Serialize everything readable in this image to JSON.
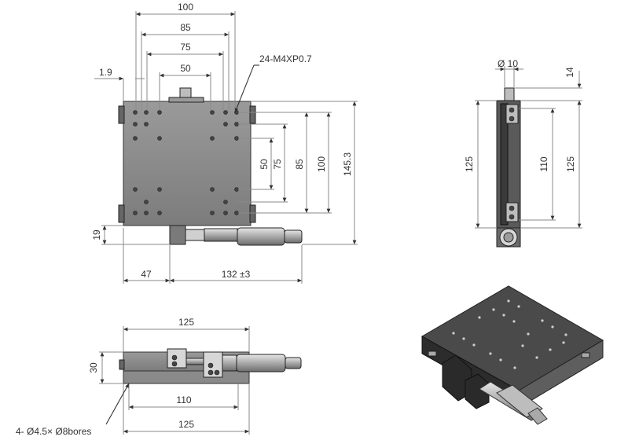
{
  "top_view": {
    "dims_top": [
      "100",
      "85",
      "75",
      "50"
    ],
    "dim_offset": "1.9",
    "thread_note": "24-M4XP0.7",
    "dims_right": [
      "50",
      "75",
      "85",
      "100",
      "145.3"
    ],
    "dim_left": "19",
    "dims_bottom": [
      "47",
      "132 ±3"
    ]
  },
  "side_view": {
    "dim_top_diameter": "Ø 10",
    "dim_top_height": "14",
    "dims_left": [
      "125"
    ],
    "dims_right": [
      "110",
      "125"
    ]
  },
  "front_view": {
    "dim_top": "125",
    "dim_left": "30",
    "dim_inner": "110",
    "dim_bottom": "125",
    "bore_note": "4- Ø4.5× Ø8bores"
  },
  "iso_view": {
    "label": ""
  }
}
